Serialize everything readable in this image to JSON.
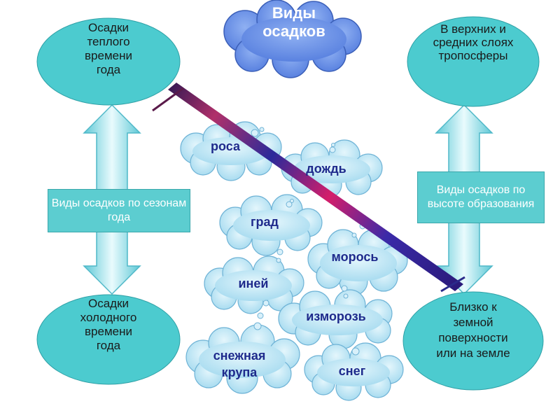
{
  "title": "Виды осадков",
  "ovals": {
    "top_left": "Осадки теплого времени года",
    "bottom_left": "Осадки холодного времени года",
    "top_right": "В верхних и средних слоях тропосферы",
    "bottom_right": "Близко к земной поверхности или на земле"
  },
  "boxes": {
    "season": "Виды осадков по сезонам года",
    "height": "Виды осадков по высоте образования"
  },
  "clouds": {
    "rosa": "роса",
    "dozhd": "дождь",
    "grad": "град",
    "moros": "морось",
    "iney": "иней",
    "izmoroz": "изморозь",
    "krupa": "снежная крупа",
    "sneg": "снег"
  },
  "colors": {
    "oval_fill": "#4ccbcf",
    "box_fill": "#5ccdd0",
    "cloud_fill": "#b9e6f5",
    "title_cloud_fill": "#6d94ea",
    "cloud_text": "#1e2a8c",
    "arrow_fill": "#c9f0f6"
  }
}
